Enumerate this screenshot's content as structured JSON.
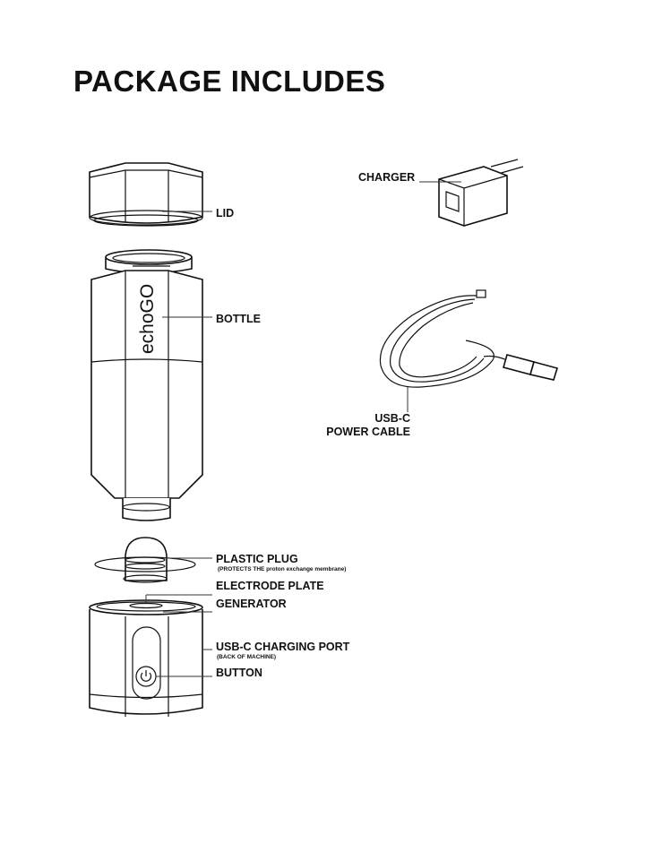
{
  "title": "PACKAGE INCLUDES",
  "brand_logo": "echoGO",
  "labels": {
    "lid": "LID",
    "bottle": "BOTTLE",
    "plastic_plug": "PLASTIC PLUG",
    "plastic_plug_note": "(PROTECTS THE proton exchange membrane)",
    "electrode_plate": "ELECTRODE PLATE",
    "generator": "GENERATOR",
    "charging_port": "USB-C CHARGING PORT",
    "charging_port_note": "(BACK OF MACHINE)",
    "button": "BUTTON",
    "charger": "CHARGER",
    "cable_line1": "USB-C",
    "cable_line2": "POWER CABLE"
  }
}
